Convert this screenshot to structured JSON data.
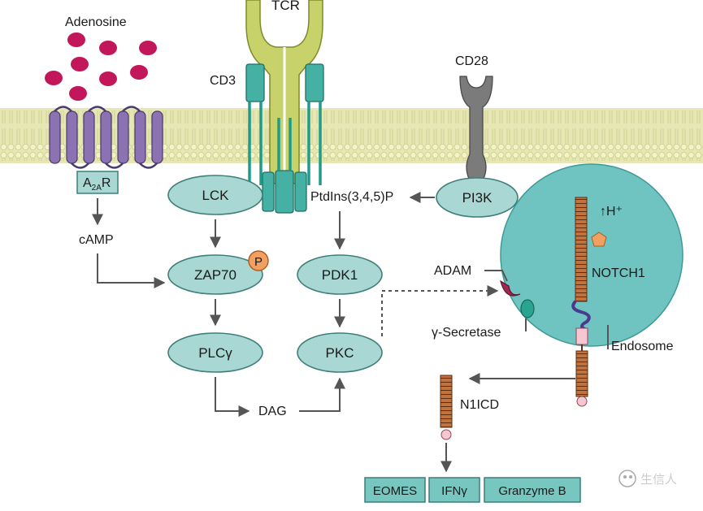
{
  "labels": {
    "adenosine": "Adenosine",
    "tcr": "TCR",
    "cd3": "CD3",
    "cd28": "CD28",
    "a2ar_main": "A",
    "a2ar_sub": "2A",
    "a2ar_end": "R",
    "camp": "cAMP",
    "lck": "LCK",
    "zap70": "ZAP70",
    "phospho": "P",
    "plcg": "PLCγ",
    "dag": "DAG",
    "ptdins": "PtdIns(3,4,5)P",
    "pi3k": "PI3K",
    "pdk1": "PDK1",
    "pkc": "PKC",
    "adam": "ADAM",
    "gamma_secretase": "γ-Secretase",
    "h_plus": "↑H⁺",
    "notch1": "NOTCH1",
    "endosome": "Endosome",
    "n1icd": "N1ICD"
  },
  "outputs": [
    "EOMES",
    "IFNγ",
    "Granzyme B"
  ],
  "watermark": "生信人",
  "colors": {
    "membrane": "#e6e7b5",
    "node_fill": "#a9d7d3",
    "node_stroke": "#3f7f7a",
    "arrow": "#555555",
    "adenosine": "#c2185b",
    "receptor": "#8b72b3",
    "tcr": "#c8d26a",
    "cd3": "#45b0a4",
    "cd28": "#7b7b7b",
    "endosome": "#6fc3c0",
    "notch": "#c0733d",
    "phospho": "#f0a060",
    "adam": "#a0284f",
    "output_fill": "#77c6c0"
  }
}
